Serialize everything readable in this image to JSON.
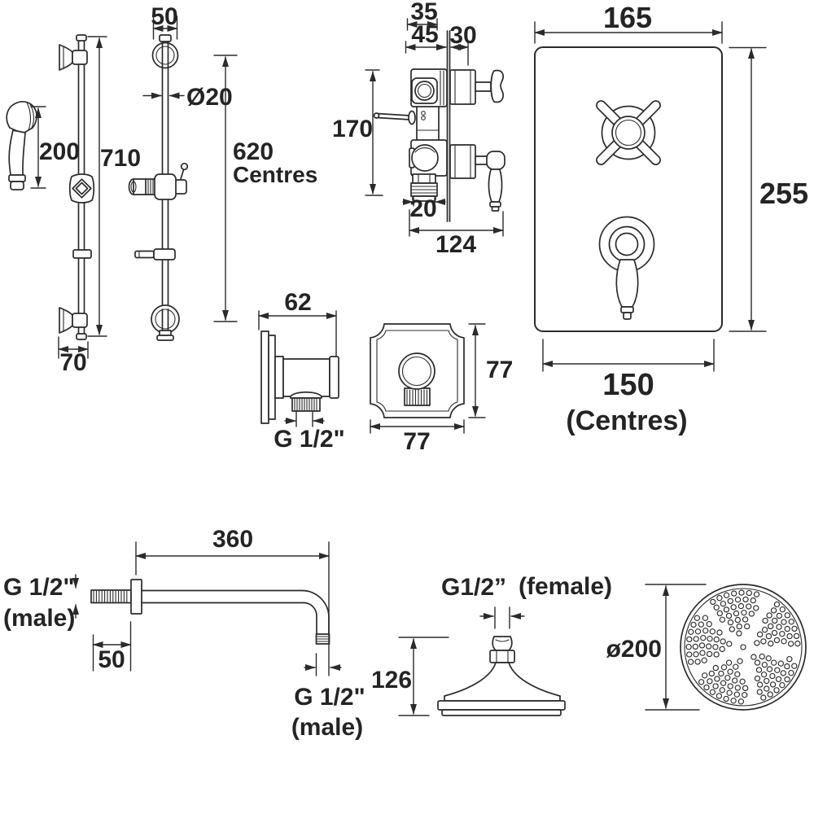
{
  "drawing": {
    "parts": {
      "handset_rail": {
        "handset_length": "200",
        "rail_height": "710",
        "bracket_projection": "70"
      },
      "rail_front": {
        "bracket_width": "50",
        "tube_diameter": "Ø20",
        "fixing_centres": "620",
        "fixing_centres_word": "Centres"
      },
      "valve_side": {
        "dim_top": "35",
        "dim_front": "45",
        "dim_behind": "30",
        "dim_height": "170",
        "dim_outlet": "20",
        "dim_width": "124"
      },
      "faceplate": {
        "width": "165",
        "height": "255",
        "fixing_centres": "150",
        "fixing_centres_word": "(Centres)"
      },
      "wall_outlet_side": {
        "projection": "62",
        "thread": "G 1/2\""
      },
      "wall_outlet_front": {
        "height": "77",
        "width": "77"
      },
      "shower_arm": {
        "projection": "360",
        "inlet_thread": "G 1/2\"",
        "inlet_gender": "(male)",
        "thread_length": "50",
        "outlet_thread": "G 1/2\"",
        "outlet_gender": "(male)"
      },
      "head_side": {
        "inlet_thread": "G1/2”",
        "inlet_gender": "(female)",
        "height": "126"
      },
      "head_face": {
        "diameter": "ø200"
      }
    }
  }
}
